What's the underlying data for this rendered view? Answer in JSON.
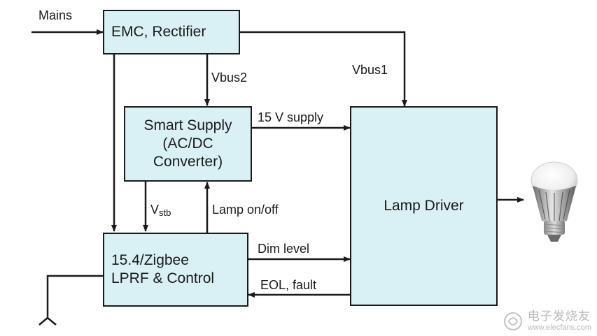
{
  "blocks": {
    "emc": {
      "label": "EMC, Rectifier"
    },
    "smart_supply": {
      "lines": [
        "Smart Supply",
        "(AC/DC",
        "Converter)"
      ]
    },
    "lprf": {
      "lines": [
        "15.4/Zigbee",
        "LPRF & Control"
      ]
    },
    "lamp_driver": {
      "label": "Lamp Driver"
    }
  },
  "signals": {
    "mains": "Mains",
    "vbus1": "Vbus1",
    "vbus2": "Vbus2",
    "supply_15v": "15 V supply",
    "vstb_main": "V",
    "vstb_sub": "stb",
    "lamp_onoff": "Lamp on/off",
    "dim_level": "Dim level",
    "eol_fault": "EOL, fault"
  },
  "watermark": {
    "chinese": "电子发烧友",
    "url": "www.elecfans.com"
  },
  "colors": {
    "block_fill": "#d9f1f5",
    "line": "#1a1a1a",
    "watermark": "#b8b8b8"
  }
}
